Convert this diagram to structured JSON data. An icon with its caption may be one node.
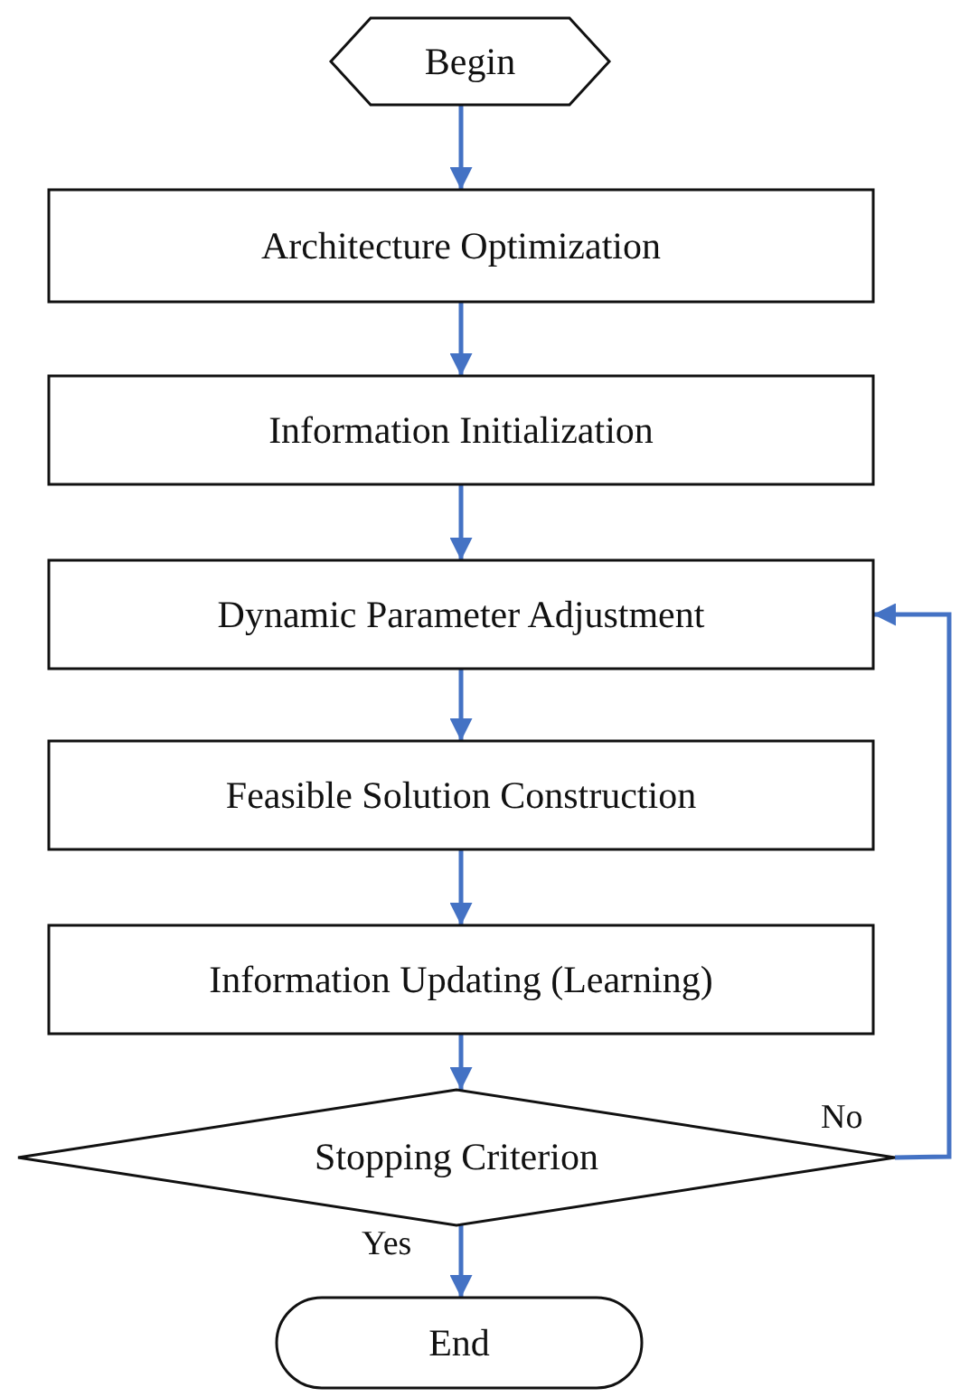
{
  "diagram": {
    "nodes": [
      {
        "text": [
          "Begin"
        ]
      },
      {
        "text": [
          "Architecture Optimization"
        ]
      },
      {
        "text": [
          "Information Initialization"
        ]
      },
      {
        "text": [
          "Dynamic Parameter Adjustment"
        ]
      },
      {
        "text": [
          "Feasible Solution Construction"
        ]
      },
      {
        "text": [
          "Information Updating (Learning)"
        ]
      },
      {
        "text": [
          "Stopping Criterion"
        ]
      },
      {
        "text": [
          "End"
        ]
      }
    ],
    "edges": [
      {
        "from": 0,
        "to": 1,
        "arrow": "to"
      },
      {
        "from": 1,
        "to": 2,
        "arrow": "to"
      },
      {
        "from": 2,
        "to": 3,
        "arrow": "to"
      },
      {
        "from": 3,
        "to": 4,
        "arrow": "to"
      },
      {
        "from": 4,
        "to": 5,
        "arrow": "to"
      },
      {
        "from": 5,
        "to": 6,
        "arrow": "to"
      },
      {
        "from": 6,
        "to": 7,
        "arrow": "to",
        "label": "Yes"
      },
      {
        "from": 6,
        "to": 3,
        "arrow": "to",
        "label": "No"
      }
    ]
  }
}
